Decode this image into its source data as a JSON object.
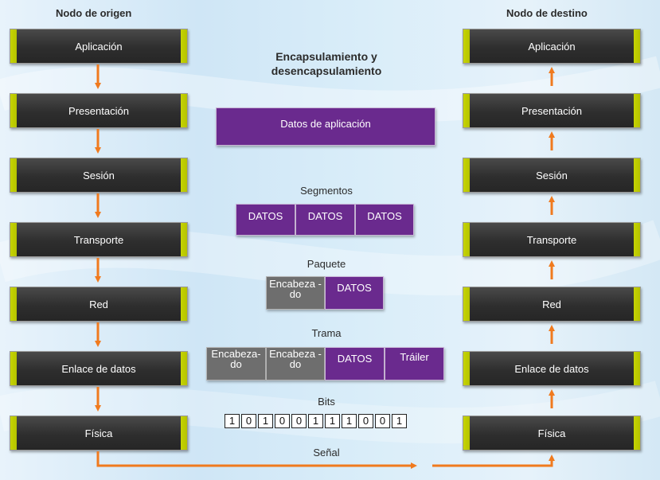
{
  "source_node": {
    "title": "Nodo de origen",
    "layers": [
      "Aplicación",
      "Presentación",
      "Sesión",
      "Transporte",
      "Red",
      "Enlace de datos",
      "Física"
    ]
  },
  "dest_node": {
    "title": "Nodo de destino",
    "layers": [
      "Aplicación",
      "Presentación",
      "Sesión",
      "Transporte",
      "Red",
      "Enlace de datos",
      "Física"
    ]
  },
  "center": {
    "title": "Encapsulamiento y desencapsulamiento",
    "app_data": "Datos de aplicación",
    "segments_label": "Segmentos",
    "segments": [
      "DATOS",
      "DATOS",
      "DATOS"
    ],
    "packet_label": "Paquete",
    "packet": [
      "Encabeza - do",
      "DATOS"
    ],
    "frame_label": "Trama",
    "frame": [
      "Encabeza- do",
      "Encabeza - do",
      "DATOS",
      "Tráiler"
    ],
    "bits_label": "Bits",
    "bits": [
      "1",
      "0",
      "1",
      "0",
      "0",
      "1",
      "1",
      "1",
      "0",
      "0",
      "1"
    ],
    "signal_label": "Señal"
  },
  "colors": {
    "layer_dark": "#2e2e2e",
    "layer_accent": "#c6d400",
    "data_purple": "#6a2a8e",
    "header_gray": "#6e6e6e",
    "arrow_orange": "#f07a1e"
  }
}
